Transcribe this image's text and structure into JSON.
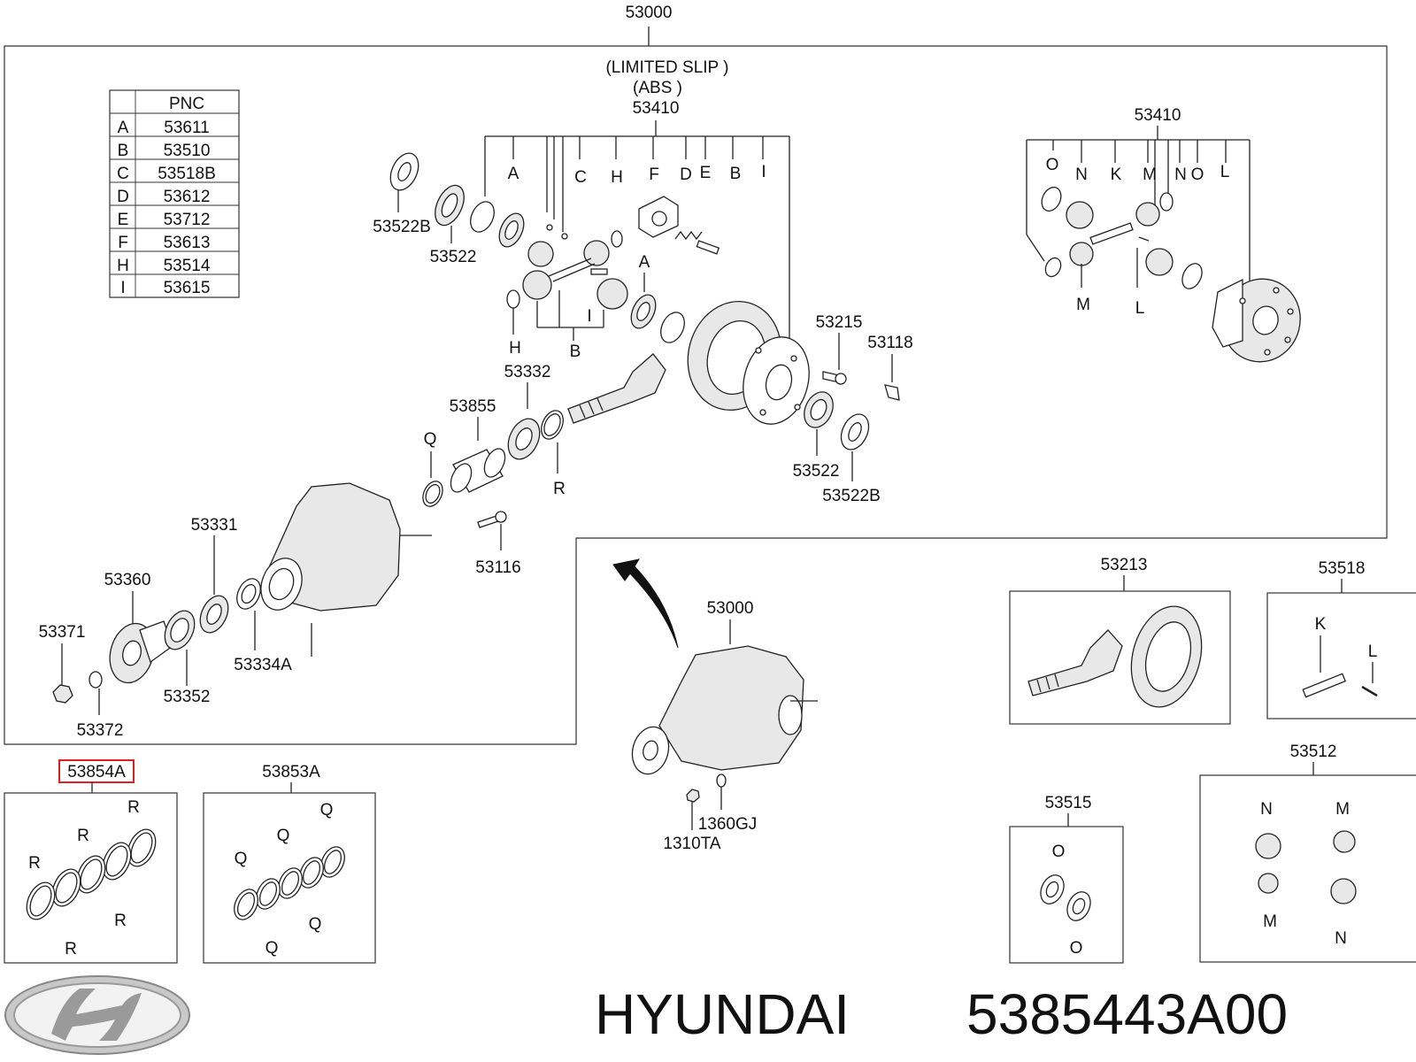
{
  "brand": {
    "name": "HYUNDAI",
    "part_number": "5385443A00",
    "logo": "hyundai-logo-icon"
  },
  "assembly": {
    "top_label": "53000",
    "note_line1": "(LIMITED SLIP )",
    "note_line2": "(ABS )",
    "inner_label": "53000"
  },
  "pnc_table": {
    "header": "PNC",
    "rows": [
      {
        "key": "A",
        "value": "53611"
      },
      {
        "key": "B",
        "value": "53510"
      },
      {
        "key": "C",
        "value": "53518B"
      },
      {
        "key": "D",
        "value": "53612"
      },
      {
        "key": "E",
        "value": "53712"
      },
      {
        "key": "F",
        "value": "53613"
      },
      {
        "key": "H",
        "value": "53514"
      },
      {
        "key": "I",
        "value": "53615"
      }
    ]
  },
  "labels": {
    "c53410a": "53410",
    "c53410b": "53410",
    "c53522b_1": "53522B",
    "c53522_1": "53522",
    "c53522_2": "53522",
    "c53522b_2": "53522B",
    "c53215": "53215",
    "c53118": "53118",
    "c53332": "53332",
    "c53855": "53855",
    "c53116": "53116",
    "c53331": "53331",
    "c53360": "53360",
    "c53371": "53371",
    "c53372": "53372",
    "c53352": "53352",
    "c53334a": "53334A",
    "c53213": "53213",
    "c53518": "53518",
    "c53512": "53512",
    "c53515": "53515",
    "c53854a": "53854A",
    "c53853a": "53853A",
    "c1360gj": "1360GJ",
    "c1310ta": "1310TA"
  },
  "letters": {
    "A": "A",
    "B": "B",
    "C": "C",
    "D": "D",
    "E": "E",
    "F": "F",
    "H": "H",
    "I": "I",
    "K": "K",
    "L": "L",
    "M": "M",
    "N": "N",
    "O": "O",
    "Q": "Q",
    "R": "R"
  },
  "colors": {
    "highlight": "#e02020",
    "line": "#222222",
    "logo_silver": "#9a9a9a"
  }
}
